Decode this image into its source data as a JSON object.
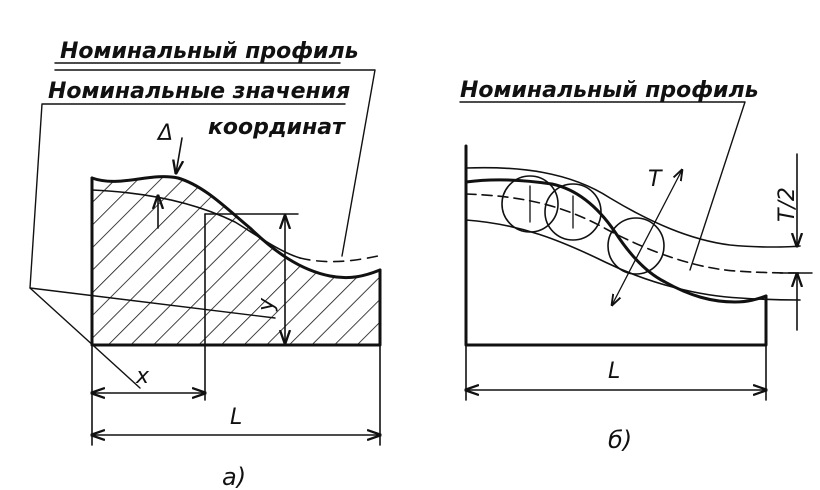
{
  "figure_a": {
    "label_profile": "Номинальный профиль",
    "label_values_line1": "Номинальные значения",
    "label_values_line2": "координат",
    "label_delta": "Δ",
    "label_y": "y",
    "label_x": "x",
    "label_L": "L",
    "caption": "а)"
  },
  "figure_b": {
    "label_profile": "Номинальный профиль",
    "label_T": "T",
    "label_T_half": "T/2",
    "label_L": "L",
    "caption": "б)"
  }
}
